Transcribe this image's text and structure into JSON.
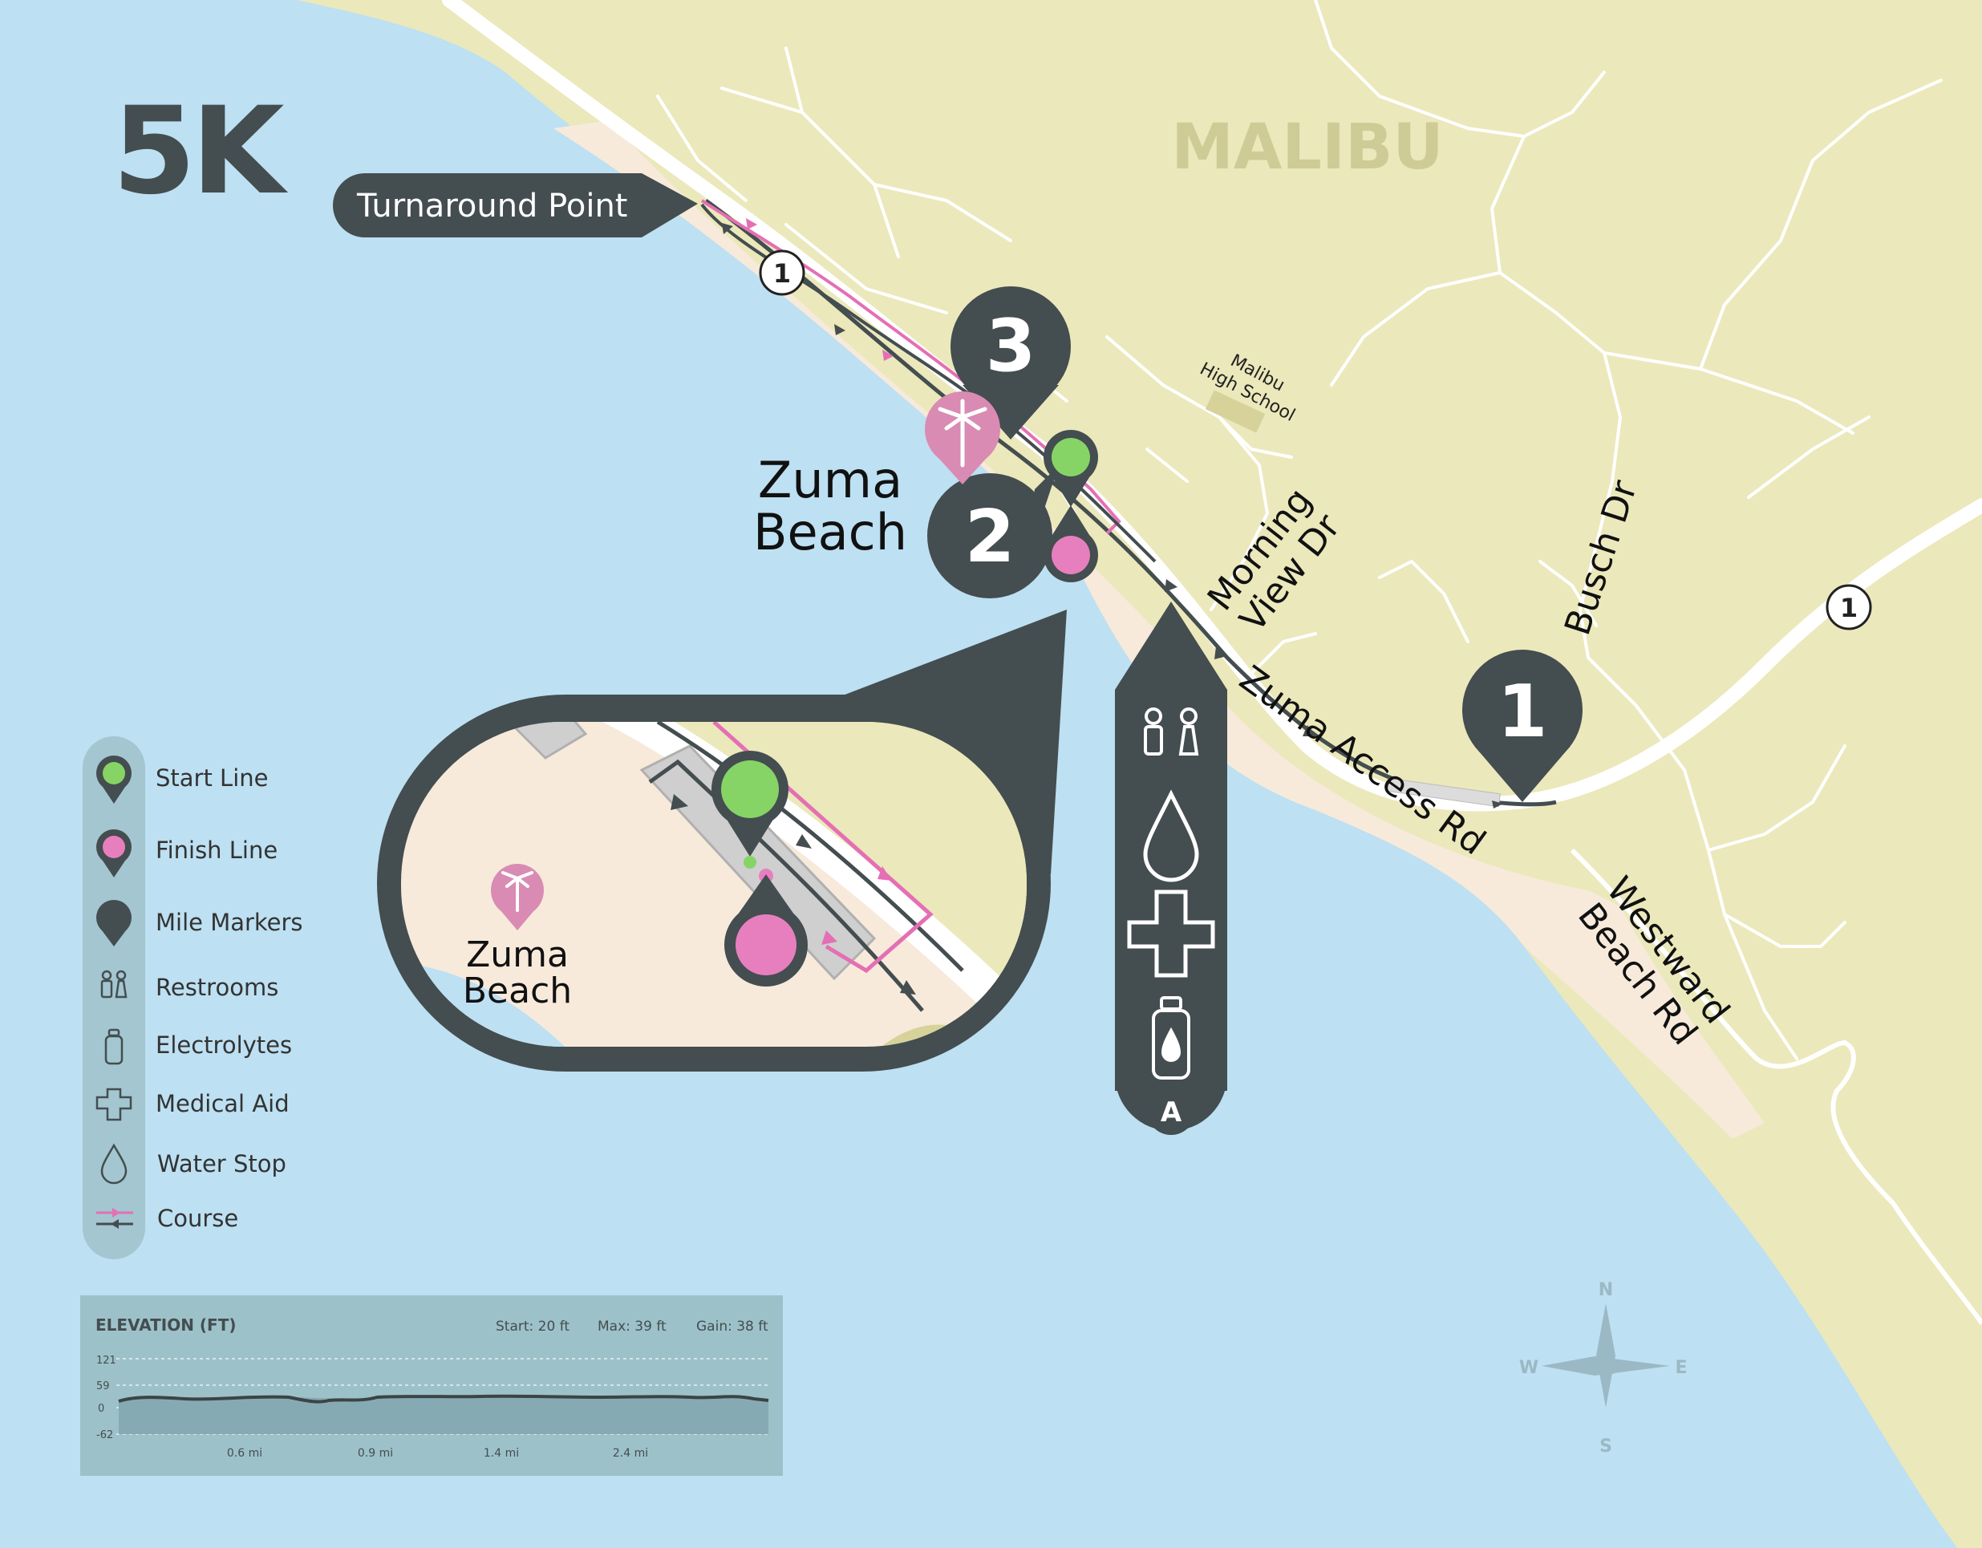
{
  "title": "5K",
  "area_label": "MALIBU",
  "callouts": {
    "turnaround": "Turnaround Point",
    "aid_station": "A"
  },
  "place_labels": {
    "zuma_beach_line1": "Zuma",
    "zuma_beach_line2": "Beach",
    "school_line1": "Malibu",
    "school_line2": "High School"
  },
  "street_labels": {
    "morning_view_line1": "Morning",
    "morning_view_line2": "View Dr",
    "busch": "Busch Dr",
    "zuma_access": "Zuma Access Rd",
    "westward_line1": "Westward",
    "westward_line2": "Beach Rd"
  },
  "highway_shield": "1",
  "mile_markers": [
    "1",
    "2",
    "3"
  ],
  "inset": {
    "place_line1": "Zuma",
    "place_line2": "Beach"
  },
  "legend": [
    {
      "label": "Start Line",
      "icon": "start-pin-icon"
    },
    {
      "label": "Finish Line",
      "icon": "finish-pin-icon"
    },
    {
      "label": "Mile Markers",
      "icon": "mile-marker-icon"
    },
    {
      "label": "Restrooms",
      "icon": "restroom-icon"
    },
    {
      "label": "Electrolytes",
      "icon": "bottle-icon"
    },
    {
      "label": "Medical Aid",
      "icon": "cross-icon"
    },
    {
      "label": "Water Stop",
      "icon": "drop-icon"
    },
    {
      "label": "Course",
      "icon": "course-line-icon"
    }
  ],
  "elevation": {
    "title": "ELEVATION (FT)",
    "start": "Start: 20 ft",
    "max": "Max: 39 ft",
    "gain": "Gain: 38 ft",
    "y_ticks": [
      "121",
      "59",
      "0",
      "-62"
    ],
    "x_ticks": [
      "0.6 mi",
      "0.9 mi",
      "1.4 mi",
      "2.4 mi"
    ]
  },
  "compass": {
    "n": "N",
    "s": "S",
    "e": "E",
    "w": "W"
  },
  "colors": {
    "water": "#bde0f2",
    "land": "#ebe8bb",
    "sand": "#f7eadb",
    "dark": "#444d4f",
    "start_green": "#86d466",
    "finish_pink": "#e77fbe",
    "course_pink": "#e46fb4",
    "panel": "#9dc1c9"
  }
}
